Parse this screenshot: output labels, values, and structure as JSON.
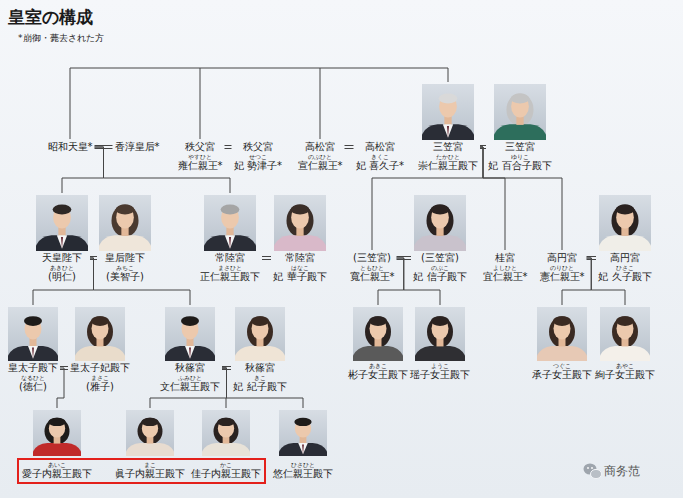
{
  "diagram": {
    "title": "皇室の構成",
    "nodes": [
      {
        "text": [
          "昭和天皇*"
        ]
      },
      {
        "text": [
          "香淳皇后*"
        ]
      },
      {
        "text": [
          "秩父宮",
          "やすひと",
          "雍仁親王*"
        ]
      },
      {
        "text": [
          "秩父宮",
          "せつこ",
          "妃 勢津子*"
        ]
      },
      {
        "text": [
          "高松宮",
          "のぶひと",
          "宣仁親王*"
        ]
      },
      {
        "text": [
          "高松宮",
          "きくこ",
          "妃 喜久子*"
        ]
      },
      {
        "text": [
          "三笠宮",
          "たかひと",
          "崇仁親王殿下"
        ]
      },
      {
        "text": [
          "三笠宮",
          "ゆりこ",
          "妃 百合子殿下"
        ]
      },
      {
        "text": [
          "天皇陛下",
          "あきひと",
          "(明仁)"
        ]
      },
      {
        "text": [
          "皇后陛下",
          "みちこ",
          "(美智子)"
        ]
      },
      {
        "text": [
          "常陸宮",
          "まさひと",
          "正仁親王殿下"
        ]
      },
      {
        "text": [
          "常陸宮",
          "はなこ",
          "妃 華子殿下"
        ]
      },
      {
        "text": [
          "(三笠宮)",
          "ともひと",
          "寬仁親王*"
        ]
      },
      {
        "text": [
          "(三笠宮)",
          "のぶこ",
          "妃 信子殿下"
        ]
      },
      {
        "text": [
          "桂宮",
          "よしひと",
          "宜仁親王*"
        ]
      },
      {
        "text": [
          "高円宮",
          "のりひと",
          "憲仁親王*"
        ]
      },
      {
        "text": [
          "高円宮",
          "ひさこ",
          "妃 久子殿下"
        ]
      },
      {
        "text": [
          "皇太子殿下",
          "なるひと",
          "(徳仁)"
        ]
      },
      {
        "text": [
          "皇太子妃殿下",
          "まさこ",
          "(雅子)"
        ]
      },
      {
        "text": [
          "秋篠宮",
          "ふみひと",
          "文仁親王殿下"
        ]
      },
      {
        "text": [
          "秋篠宮",
          "きこ",
          "妃 紀子殿下"
        ]
      },
      {
        "text": [
          "あきこ",
          "彬子女王殿下"
        ]
      },
      {
        "text": [
          "ようこ",
          "瑶子女王殿下"
        ]
      },
      {
        "text": [
          "つぐこ",
          "承子女王殿下"
        ]
      },
      {
        "text": [
          "あやこ",
          "絢子女王殿下"
        ]
      },
      {
        "text": [
          "あいこ",
          "愛子内親王殿下"
        ]
      },
      {
        "text": [
          "まこ",
          "眞子内親王殿下"
        ]
      },
      {
        "text": [
          "かこ",
          "佳子内親王殿下"
        ]
      },
      {
        "text": [
          "ひさひと",
          "悠仁親王殿下"
        ]
      }
    ],
    "edges": [
      {
        "from": 0,
        "to": 1,
        "arrow": "none"
      },
      {
        "from": 2,
        "to": 3,
        "arrow": "none"
      },
      {
        "from": 4,
        "to": 5,
        "arrow": "none"
      },
      {
        "from": 6,
        "to": 7,
        "arrow": "none"
      },
      {
        "from": 8,
        "to": 9,
        "arrow": "none"
      },
      {
        "from": 10,
        "to": 11,
        "arrow": "none"
      },
      {
        "from": 12,
        "to": 13,
        "arrow": "none"
      },
      {
        "from": 15,
        "to": 16,
        "arrow": "none"
      },
      {
        "from": 17,
        "to": 18,
        "arrow": "none"
      },
      {
        "from": 19,
        "to": 20,
        "arrow": "none"
      },
      {
        "from": 0,
        "to": 8,
        "arrow": "none"
      },
      {
        "from": 0,
        "to": 10,
        "arrow": "none"
      },
      {
        "from": 6,
        "to": 12,
        "arrow": "none"
      },
      {
        "from": 6,
        "to": 14,
        "arrow": "none"
      },
      {
        "from": 6,
        "to": 15,
        "arrow": "none"
      },
      {
        "from": 8,
        "to": 17,
        "arrow": "none"
      },
      {
        "from": 8,
        "to": 19,
        "arrow": "none"
      },
      {
        "from": 12,
        "to": 21,
        "arrow": "none"
      },
      {
        "from": 12,
        "to": 22,
        "arrow": "none"
      },
      {
        "from": 15,
        "to": 23,
        "arrow": "none"
      },
      {
        "from": 15,
        "to": 24,
        "arrow": "none"
      },
      {
        "from": 17,
        "to": 25,
        "arrow": "none"
      },
      {
        "from": 19,
        "to": 26,
        "arrow": "none"
      },
      {
        "from": 19,
        "to": 27,
        "arrow": "none"
      },
      {
        "from": 19,
        "to": 28,
        "arrow": "none"
      }
    ],
    "labels": [
      "*崩御・薨去された方",
      "商务范"
    ]
  }
}
